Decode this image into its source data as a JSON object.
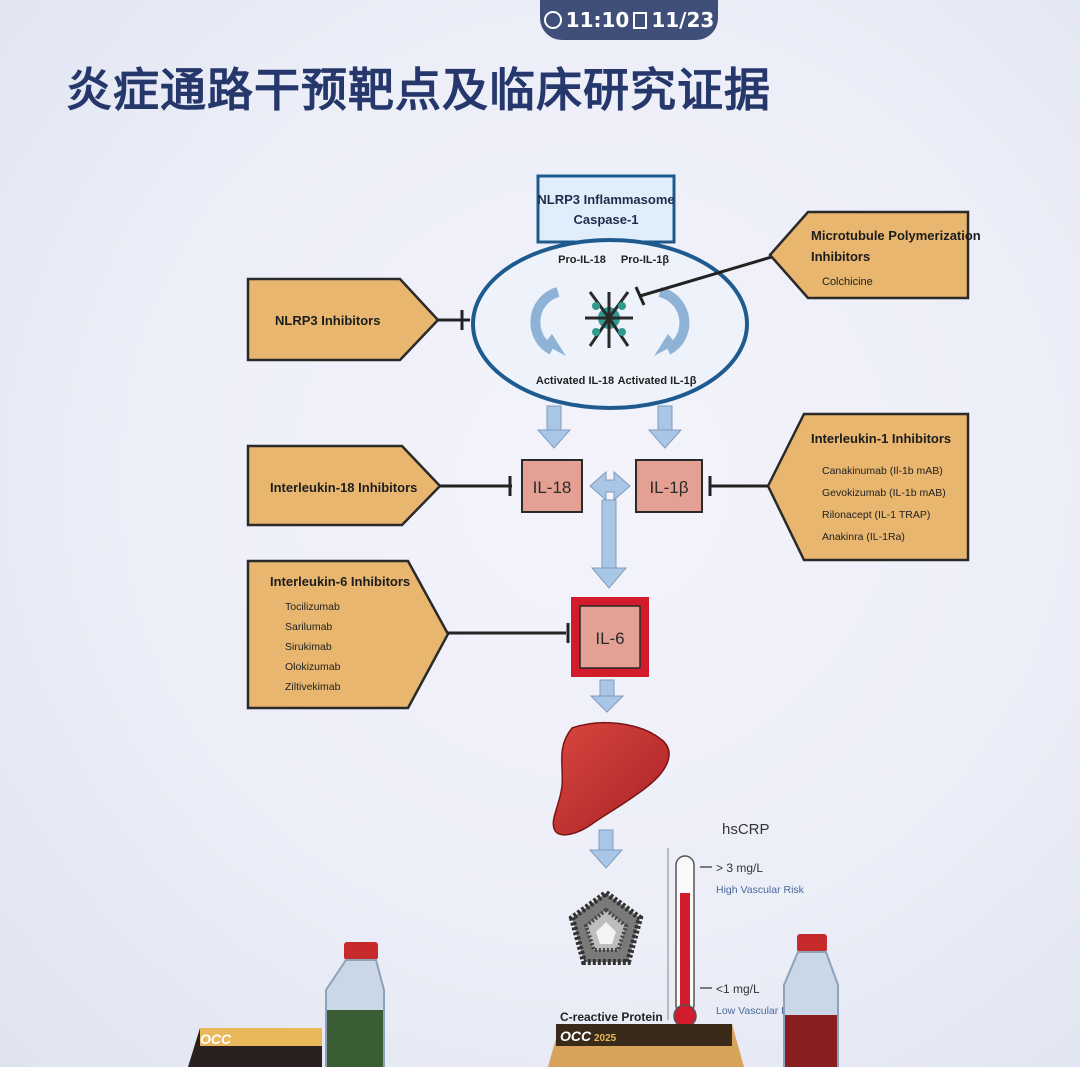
{
  "clock": {
    "time": "11:10",
    "date": "11/23"
  },
  "title": "炎症通路干预靶点及临床研究证据",
  "inflammasome": {
    "title_line1": "NLRP3 Inflammasome",
    "title_line2": "Caspase-1",
    "pro_il18": "Pro-IL-18",
    "pro_il1b": "Pro-IL-1β",
    "activated_il18": "Activated IL-18",
    "activated_il1b": "Activated IL-1β"
  },
  "targets": {
    "il18": "IL-18",
    "il1b": "IL-1β",
    "il6": "IL-6"
  },
  "inhibitors": {
    "nlrp3": {
      "label": "NLRP3 Inhibitors"
    },
    "microtubule": {
      "label_line1": "Microtubule Polymerization",
      "label_line2": "Inhibitors",
      "drug": "Colchicine"
    },
    "il18": {
      "label": "Interleukin-18 Inhibitors"
    },
    "il1": {
      "label": "Interleukin-1 Inhibitors",
      "drugs": [
        "Canakinumab  (Il-1b mAB)",
        "Gevokizumab  (IL-1b mAB)",
        "Rilonacept  (IL-1 TRAP)",
        "Anakinra  (IL-1Ra)"
      ]
    },
    "il6": {
      "label": "Interleukin-6 Inhibitors",
      "drugs": [
        "Tocilizumab",
        "Sarilumab",
        "Sirukimab",
        "Olokizumab",
        "Ziltivekimab"
      ]
    }
  },
  "crp": {
    "hscrp": "hsCRP",
    "high_value": "> 3 mg/L",
    "high_label": "High Vascular Risk",
    "low_value": "<1 mg/L",
    "low_label": "Low Vascular R",
    "protein_label": "C-reactive Protein",
    "thermometer_level": 0.78
  },
  "desk": {
    "card_left": "OCC",
    "card_center": "OCC",
    "card_center_year": "2025"
  },
  "colors": {
    "box_fill": "#e8b66e",
    "box_stroke": "#2a2a2a",
    "il_fill": "#e4a092",
    "il6_border": "#d21b2b",
    "arrow_fill": "#a9c6e6",
    "ellipse_stroke": "#1f5a8f",
    "title_color": "#25376b"
  }
}
